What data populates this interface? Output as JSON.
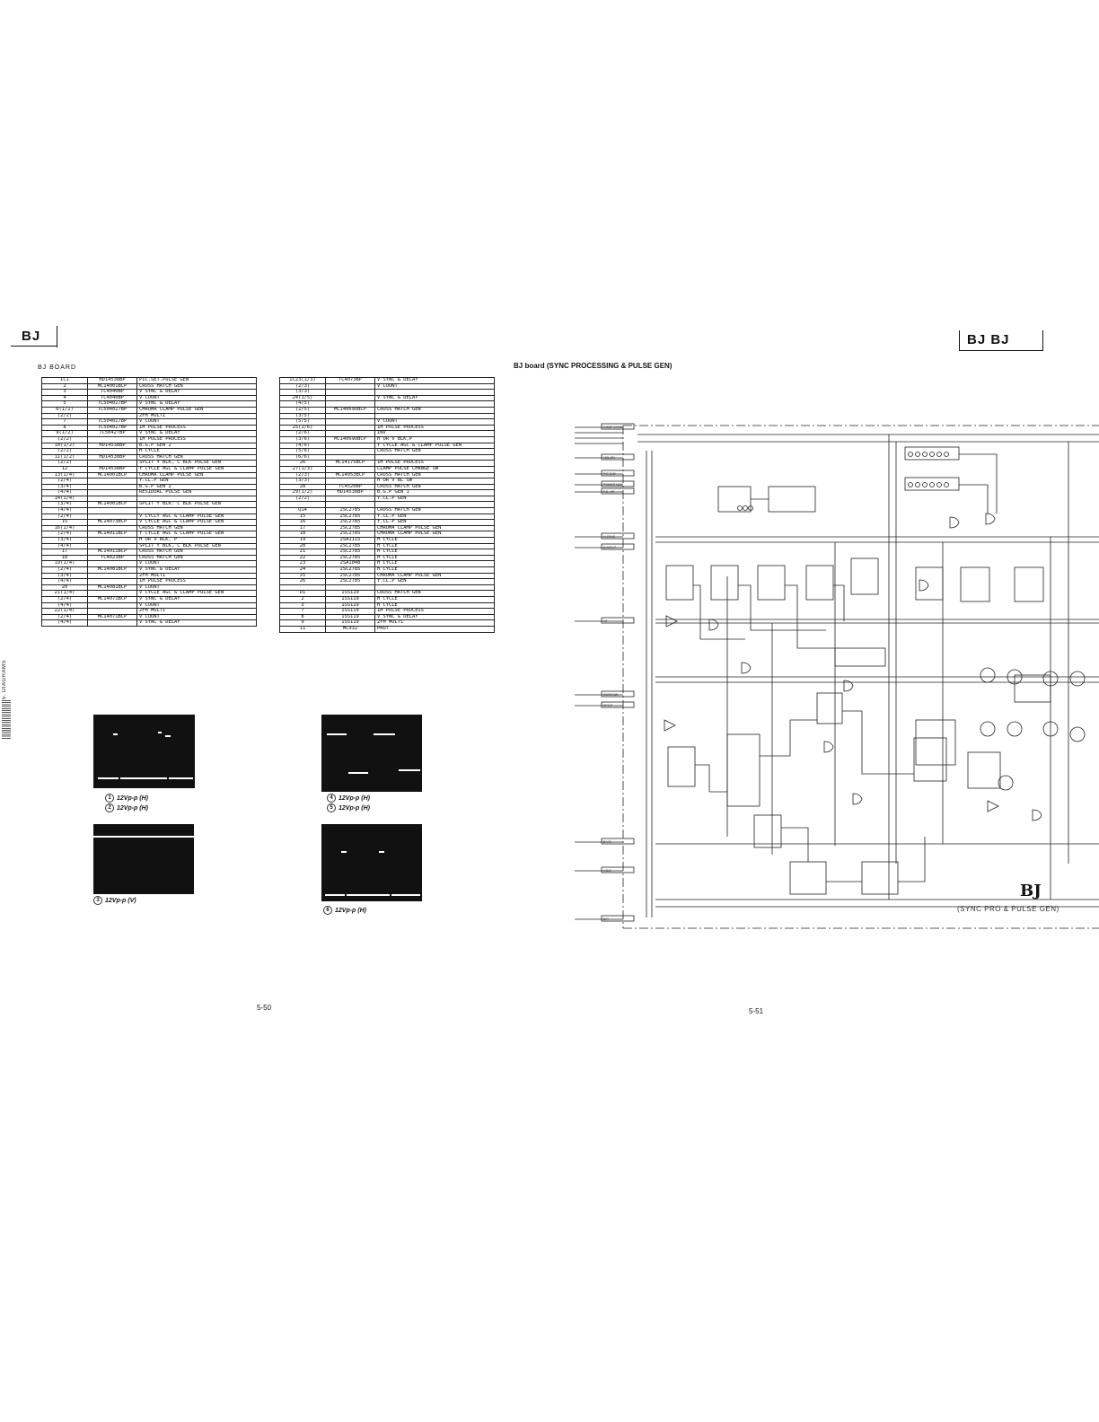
{
  "header_left": {
    "tag": "BJ",
    "board": "BJ BOARD"
  },
  "header_right": {
    "tag": "BJ  BJ",
    "title": "BJ board (SYNC PROCESSING & PULSE GEN)"
  },
  "sidebar_label": "5. DIAGRAMS",
  "table1": [
    [
      "IC1",
      "HD14538BP",
      "PIC.SET.PULSE GEN"
    ],
    [
      "2",
      "MC14001BCP",
      "CROSS HATCH GEN"
    ],
    [
      "3",
      "TC4040BP",
      "V SYNC & DELAY"
    ],
    [
      "4",
      "TC4040BP",
      "V COUNT"
    ],
    [
      "5",
      "TC5040Z7BP",
      "V SYNC & DELAY"
    ],
    [
      "6(1/2)",
      "TC5040Z7BP",
      "CHROMA CLAMP PULSE GEN"
    ],
    [
      "(2/2)",
      "",
      "2FH MULTI"
    ],
    [
      "7",
      "TC5040Z7BP",
      "V COUNT"
    ],
    [
      "8",
      "TC5040Z7BP",
      "1H PULSE PROCESS"
    ],
    [
      "9(1/2)",
      "TC5042?BP",
      "V SYNC & DELAY"
    ],
    [
      "(2/2)",
      "",
      "1H PULSE PROCESS"
    ],
    [
      "10(1/2)",
      "HD14538BP",
      "B.G.P GEN 2"
    ],
    [
      "(2/2)",
      "",
      "H CYCLE"
    ],
    [
      "11(1/2)",
      "HD14538BP",
      "CROSS HATCH GEN"
    ],
    [
      "(2/2)",
      "",
      "SPLIT Y BLK, C BLK PULSE GEN"
    ],
    [
      "12",
      "HD14538BP",
      "Y CYCLE AGC & CLAMP PULSE GEN"
    ],
    [
      "13(1/4)",
      "MC14001BCP",
      "CHROMA CLAMP PULSE GEN"
    ],
    [
      "(2/4)",
      "",
      "Y.CL.P GEN"
    ],
    [
      "(3/4)",
      "",
      "B.G.P GEN 2"
    ],
    [
      "(4/4)",
      "",
      "RESIDUAL PULSE GEN"
    ],
    [
      "14(1/4)",
      "",
      ""
    ],
    [
      "(3/4)",
      "MC14001BCP",
      "SPLIT Y BLK: C BLK PULSE GEN"
    ],
    [
      "(4/4)",
      "",
      ""
    ],
    [
      "(2/4)",
      "",
      "V CYCLY AGC & CLAMP PULSE GEN"
    ],
    [
      "15",
      "MC14073BCP",
      "V CYCLE AGC & CLAMP PULSE GEN"
    ],
    [
      "16(1/4)",
      "",
      "CROSS HATCH GEN"
    ],
    [
      "(2/4)",
      "MC14011BCP",
      "Y CYCLE AGC & CLAMP PULSE GEN"
    ],
    [
      "(3/4)",
      "",
      "H OR V BLK, P"
    ],
    [
      "(4/4)",
      "",
      "SPLIT Y BLK, C BLK PULSE GEN"
    ],
    [
      "17",
      "MC14011BCP",
      "CROSS HATCH GEN"
    ],
    [
      "18",
      "TC4023BP",
      "CROSS HATCH GEN"
    ],
    [
      "19(1/4)",
      "",
      "V COUNT"
    ],
    [
      "(2/4)",
      "MC14081BCP",
      "V SYNC & DELAY"
    ],
    [
      "(3/4)",
      "",
      "2FH MULTI"
    ],
    [
      "(4/4)",
      "",
      "1H PULSE PROCESS"
    ],
    [
      "20",
      "MC14081BCP",
      "V COUNT"
    ],
    [
      "21(1/4)",
      "",
      "V CYCLE AGC & CLAMP PULSE GEN"
    ],
    [
      "(2/4)",
      "MC14071BCP",
      "V SYNC & DELAY"
    ],
    [
      "(4/4)",
      "",
      "V COUNT"
    ],
    [
      "22(1/4)",
      "",
      "2FH MULTI"
    ],
    [
      "(2/4)",
      "MC14071BCP",
      "V COUNT"
    ],
    [
      "(4/4)",
      "",
      "V SYNC & DELAY"
    ]
  ],
  "table2": [
    [
      "IC23(1/3)",
      "TC4073BP",
      "V SYNC & DELAY"
    ],
    [
      "(2/3)",
      "",
      "V COUNT"
    ],
    [
      "(3/3)",
      "",
      ""
    ],
    [
      "24(1/5)",
      "",
      "V SYNC & DELAY"
    ],
    [
      "(4/5)",
      "",
      ""
    ],
    [
      "(2/5)",
      "MC14069UBCP",
      "CROSS HATCH GEN"
    ],
    [
      "(3/5)",
      "",
      ""
    ],
    [
      "(5/5)",
      "",
      "V COUNT"
    ],
    [
      "25(1/6)",
      "",
      "1H PULSE PROCESS"
    ],
    [
      "(2/6)",
      "",
      "INV"
    ],
    [
      "(3/6)",
      "MC14069UBCP",
      "H OR V BLK,P"
    ],
    [
      "(4/6)",
      "",
      "Y CYCLE AGC & CLAMP PULSE GEN"
    ],
    [
      "(5/6)",
      "",
      "CROSS HATCH GEN"
    ],
    [
      "(6/6)",
      "",
      ""
    ],
    [
      "26",
      "MC14175BCP",
      "1H PULSE PROCESS"
    ],
    [
      "27(1/3)",
      "",
      "CLAMP PULSE CHANGE SW"
    ],
    [
      "(2/3)",
      "MC14053BCP",
      "CROSS HATCH GEN"
    ],
    [
      "(3/3)",
      "",
      "H OR V BL SW"
    ],
    [
      "28",
      "TC4520BP",
      "CROSS HATCH GEN"
    ],
    [
      "29(1/2)",
      "HD14538BP",
      "B.G.P GEN 1"
    ],
    [
      "(2/2)",
      "",
      "Y.CL.P GEN"
    ],
    [
      "",
      "",
      ""
    ],
    [
      "Q14",
      "2SC2785",
      "CROSS HATCH GEN"
    ],
    [
      "15",
      "2SC2785",
      "Y.CL.P GEN"
    ],
    [
      "16",
      "2SC2785",
      "Y.CL.P GEN"
    ],
    [
      "17",
      "2SC2785",
      "CHROMA CLAMP PULSE GEN"
    ],
    [
      "18",
      "2SC2785",
      "CHROMA CLAMP PULSE GEN"
    ],
    [
      "19",
      "2SA1115",
      "H CYCLE"
    ],
    [
      "20",
      "2SC2785",
      "H CYCLE"
    ],
    [
      "21",
      "2SC2785",
      "H CYCLE"
    ],
    [
      "22",
      "2SC2785",
      "H CYCLE"
    ],
    [
      "23",
      "2SA1048",
      "H CYCLE"
    ],
    [
      "24",
      "2SC2785",
      "H CYCLE"
    ],
    [
      "25",
      "2SC2785",
      "CHROMA CLAMP PULSE GEN"
    ],
    [
      "26",
      "2SC2785",
      "Y.CL.P GEN"
    ],
    [
      "",
      "",
      ""
    ],
    [
      "D1",
      "1SS119",
      "CROSS HATCH GEN"
    ],
    [
      "2",
      "1SS119",
      "H CYCLE"
    ],
    [
      "3",
      "1SS119",
      "H CYCLE"
    ],
    [
      "7",
      "1SS119",
      "1H PULSE PROCESS"
    ],
    [
      "8",
      "1SS119",
      "V SYNC & DELAY"
    ],
    [
      "9",
      "1SS119",
      "2FH MULTI"
    ],
    [
      "11",
      "MC932",
      "PROT"
    ]
  ],
  "waveforms": [
    {
      "nums": [
        "1",
        "2"
      ],
      "captions": [
        "12Vp-p (H)",
        "12Vp-p (H)"
      ]
    },
    {
      "nums": [
        "3"
      ],
      "captions": [
        "12Vp-p (V)"
      ]
    },
    {
      "nums": [
        "4",
        "5"
      ],
      "captions": [
        "12Vp-p (H)",
        "12Vp-p (H)"
      ]
    },
    {
      "nums": [
        "6"
      ],
      "captions": [
        "12Vp-p (H)"
      ]
    }
  ],
  "page_numbers": [
    "5-50",
    "5-51"
  ],
  "schematic": {
    "board_name": "BJ",
    "board_desc": "(SYNC PRO & PULSE GEN)",
    "labels": [
      "COMP SYNC",
      "HDL.EN",
      "P/C S.W",
      "POWER LED",
      "P.S. VR",
      "H.SYNC",
      "D.AFC P",
      "V/I",
      "S0/S0 SW",
      "AFC.P",
      "B.V.C",
      "V.S.S",
      "B.P"
    ]
  }
}
